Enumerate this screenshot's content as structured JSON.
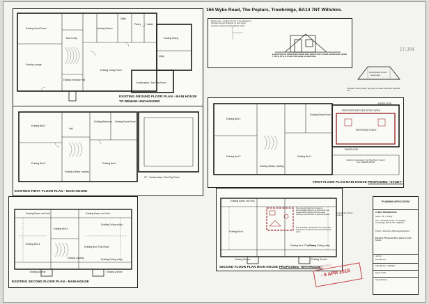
{
  "title": "166 Wyke Road, The Poplars, Trowbridge, BA14 7NT Wiltshire.",
  "ground": {
    "caption_line1": "EXISTING GROUND FLOOR PLAN - MAIN HOUSE",
    "caption_line2": "TO REMAIN UNCHANGED",
    "rooms": [
      "Existing Guest Room",
      "Existing Lounge",
      "Existing Kitchen",
      "Existing Dining",
      "Existing Family Room",
      "Utility",
      "Pantry",
      "Larder",
      "Boot Lobby",
      "Utility",
      "Existing Entrance Hall",
      "Conservatory / Sun Play Room"
    ]
  },
  "elevation": {
    "note": "Please note - position of door to be adjusted to freestand as per drawings on door head clearance (exposed side pitched roofs)",
    "caption": "ELEVATION OF PROPOSED DOOR INTO NEW STUDY FROM BATHROOM. DOOR TYPE & STYLE TO BE THE SAME AS EXISTING"
  },
  "study_detail": {
    "label": "PROPOSED STUDY",
    "sublabel": "ceiling height",
    "note": "Proposed \"velux window\" (see plan) to create a well with a pitched roof"
  },
  "first": {
    "caption": "EXISTING FIRST FLOOR PLAN - MAIN HOUSE",
    "rooms": [
      "Existing Bed 2",
      "Existing Bathroom",
      "Existing Dress Room",
      "Existing Bed 3",
      "Existing Bed 1",
      "Existing Gallery Landing",
      "Hall"
    ],
    "aux": "CF - Conservatory / Sun Play Room"
  },
  "first_prop": {
    "caption_pre": "FIRST FLOOR PLAN MAIN HOUSE ",
    "caption_u": "PROPOSING \"STUDY\"",
    "rooms": [
      "Existing Bed 2",
      "Existing Bed 3",
      "Existing Bed 1",
      "Existing Dress Room",
      "Existing Gallery Landing",
      "Existing Conservatory / Sun Play Room Ground floor GARDEN ROOM"
    ],
    "study_header": "PROPOSED BATCHED STUDY AREA",
    "study_room": "PROPOSED STUDY",
    "eaves": "EAVES VOID",
    "eaves2": "EAVES VOID"
  },
  "second": {
    "caption": "EXISTING SECOND FLOOR PLAN - MAIN HOUSE",
    "rooms": [
      "Existing Eaves roof Void",
      "Existing Eaves roof Void",
      "Existing Bed 4",
      "Existing Bed 5",
      "Existing Ceiling valley",
      "Existing Bed / Play Room",
      "Existing Landing",
      "Existing Dormer",
      "Existing Dormer",
      "Existing Ceiling valley"
    ]
  },
  "second_prop": {
    "caption_pre": "SECOND FLOOR PLAN MAIN HOUSE ",
    "caption_u": "PROPOSING \"BATHROOM\"",
    "rooms": [
      "Existing Eaves roof Void",
      "Existing Bed 4",
      "Existing Bed / Play Room",
      "Existing Ceiling valley",
      "Existing Dormer",
      "Existing Dormer"
    ],
    "note1": "Note: pipe and drain line changes to accommodate bathroom as service flow is as needed within existing void in the eaves including a flood-soil box to approved position.",
    "note2": "Door to landing repositioned to line up with bed head & store and panel with proposed bathroom space.",
    "side_note": "Existing valve drained as above"
  },
  "titleblock": {
    "heading": "\"PLANNING APPLICATION\"",
    "client_info": "CLIENT INFORMATION",
    "client": "Client : Mr. J. Purdy",
    "site": "Site : 166 Wyke Road, The Poplars, Trowbridge, BA14 7NT , Wiltshire.",
    "project": "Project : Extension Planning Application.",
    "desc": "Existing / Proposed floor plans to main house",
    "job_no": "Job No",
    "job": "166 WR-TH",
    "dwg": "166 WR-TH - 300P4-R",
    "scale": "Scale 1:100",
    "special": "Special Notes"
  },
  "stamp": {
    "date": "- 9 APR 2018",
    "received": "RECEIVED"
  },
  "pencil": "11-394"
}
